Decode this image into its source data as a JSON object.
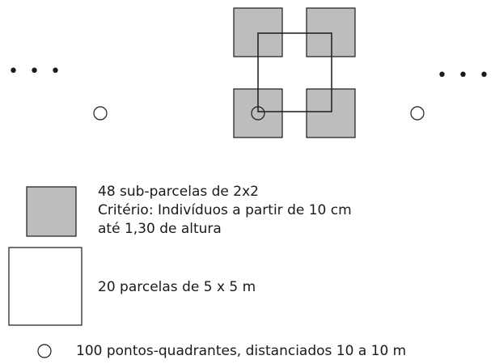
{
  "ellipsis_left": "• • •",
  "ellipsis_right": "• • •",
  "legend": {
    "subplots": {
      "lines": [
        "48 sub-parcelas de 2x2",
        "Critério: Indivíduos a partir de 10 cm",
        "até 1,30 de altura"
      ],
      "fill_color": "#bdbdbd"
    },
    "plots": {
      "text": "20 parcelas de 5 x 5 m"
    },
    "points": {
      "text": "100 pontos-quadrantes, distanciados 10 a 10 m"
    }
  },
  "colors": {
    "stroke": "#1a1a1a",
    "subplot_fill": "#bdbdbd",
    "background": "#ffffff"
  }
}
